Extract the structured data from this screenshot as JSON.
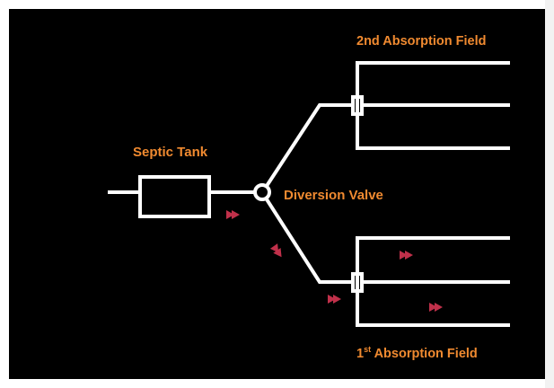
{
  "labels": {
    "septic_tank": "Septic Tank",
    "diversion_valve": "Diversion Valve",
    "second_field": "2nd Absorption Field",
    "first_field_prefix": "1",
    "first_field_superscript": "st",
    "first_field_rest": " Absorption Field"
  },
  "colors": {
    "background": "#000000",
    "pipe": "#ffffff",
    "label": "#f08a30",
    "flow_arrow": "#c0304a"
  }
}
